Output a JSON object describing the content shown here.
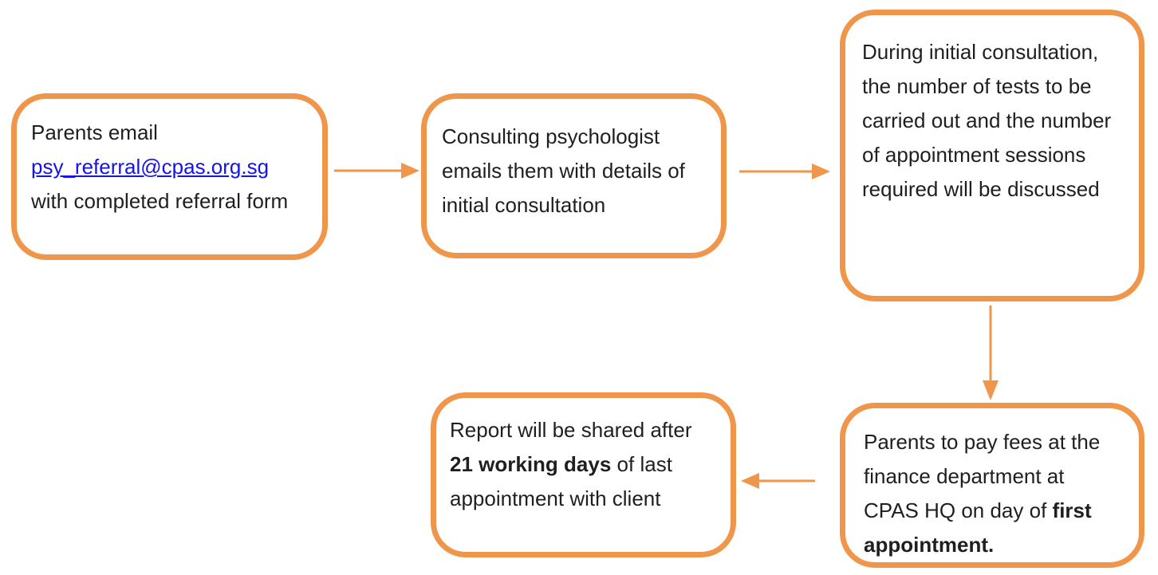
{
  "colors": {
    "accent_orange": "#F0964B",
    "link_blue": "#1414E8",
    "text": "#1F1F1F",
    "background": "#FFFFFF"
  },
  "flowchart": {
    "box1": {
      "seg1": "Parents email",
      "link": "psy_referral@cpas.org.sg",
      "seg2": "with completed referral form"
    },
    "box2": {
      "text": "Consulting psychologist emails them with details of initial consultation"
    },
    "box3": {
      "text": "During initial consultation, the number of tests to be carried out and the number of appointment sessions required will be discussed"
    },
    "box4": {
      "seg1": "Parents to pay fees at the finance department at CPAS HQ on day of",
      "bold": "first appointment."
    },
    "box5": {
      "seg1": "Report will be shared after",
      "bold": "21 working days",
      "seg2": "of last appointment with client"
    },
    "arrows": [
      {
        "from": "box1",
        "to": "box2",
        "direction": "right"
      },
      {
        "from": "box2",
        "to": "box3",
        "direction": "right"
      },
      {
        "from": "box3",
        "to": "box4",
        "direction": "down"
      },
      {
        "from": "box4",
        "to": "box5",
        "direction": "left"
      }
    ]
  }
}
